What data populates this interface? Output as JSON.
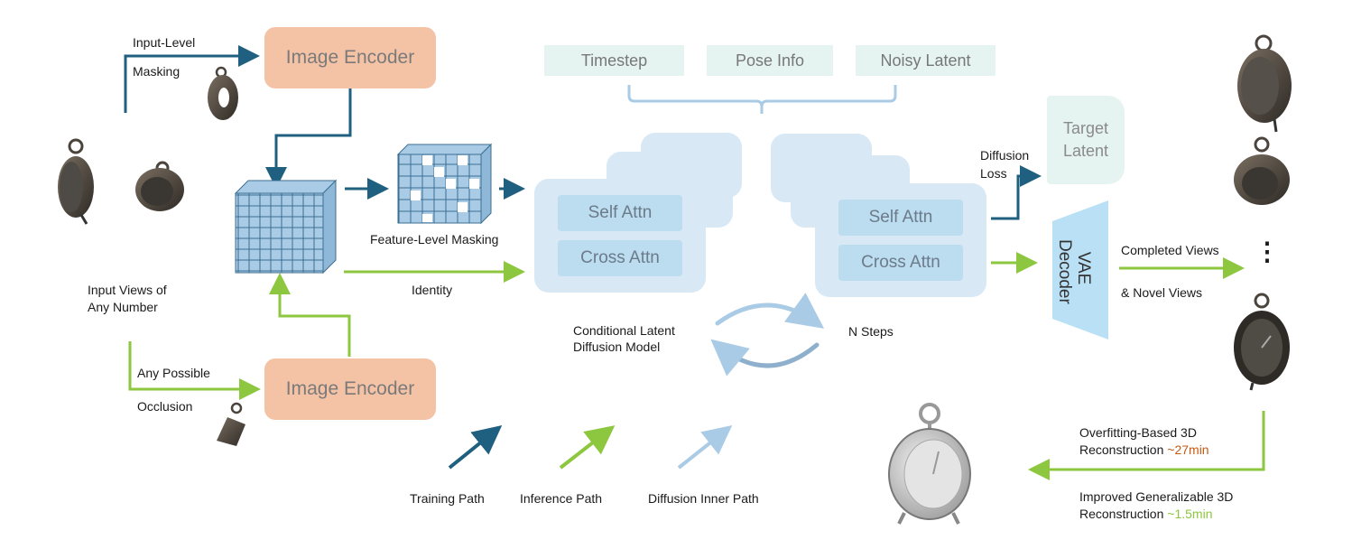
{
  "encoders": {
    "top_label": "Image Encoder",
    "bottom_label": "Image Encoder"
  },
  "conditions": [
    "Timestep",
    "Pose Info",
    "Noisy Latent"
  ],
  "attention": {
    "self": "Self Attn",
    "cross": "Cross Attn"
  },
  "target_latent": "Target Latent",
  "vae_decoder": "VAE Decoder",
  "labels": {
    "input_level": "Input-Level",
    "masking": "Masking",
    "input_views_1": "Input Views of",
    "input_views_2": "Any Number",
    "any_possible": "Any Possible",
    "occlusion": "Occlusion",
    "feature_masking": "Feature-Level Masking",
    "identity": "Identity",
    "cldm_1": "Conditional Latent",
    "cldm_2": "Diffusion Model",
    "n_steps": "N Steps",
    "diffusion": "Diffusion",
    "loss": "Loss",
    "completed_views": "Completed Views",
    "novel_views": "& Novel Views",
    "dots": "⋮",
    "overfit_1": "Overfitting-Based 3D",
    "overfit_2": "Reconstruction",
    "overfit_time": " ~27min",
    "improved_1": "Improved Generalizable 3D",
    "improved_2": "Reconstruction",
    "improved_time": " ~1.5min"
  },
  "legend": {
    "training": "Training Path",
    "inference": "Inference Path",
    "inner": "Diffusion Inner Path"
  },
  "colors": {
    "training": "#1f5f7f",
    "inference": "#8dc63f",
    "inner": "#a9cbe6",
    "encoder": "#f4c3a6",
    "grid": "#a9cbe6",
    "condition": "#e6f4f1",
    "highlight_orange": "#c55a11",
    "highlight_green": "#8dc63f"
  }
}
